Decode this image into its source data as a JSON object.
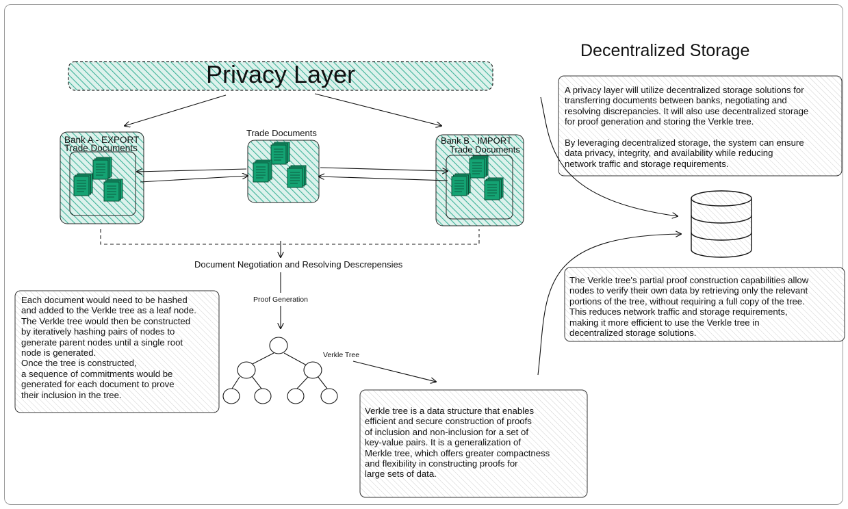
{
  "privacy_layer": {
    "title": "Privacy Layer"
  },
  "bank_a": {
    "title": "Bank A - EXPORT",
    "subtitle": "Trade Documents"
  },
  "trade_documents": {
    "title": "Trade Documents"
  },
  "bank_b": {
    "title": "Bank B - IMPORT",
    "subtitle": "Trade Documents"
  },
  "negotiation": {
    "label": "Document Negotiation and Resolving Descrepensies"
  },
  "proof_generation": {
    "label": "Proof Generation"
  },
  "verkle_tree": {
    "label": "Verkle Tree"
  },
  "hashing_note": {
    "text": "Each document would need to be hashed\nand added to the Verkle tree as a leaf node.\nThe Verkle tree would then be constructed\nby iteratively hashing pairs of nodes to\ngenerate parent nodes until a single root\nnode is generated.\nOnce the tree is constructed,\na sequence of commitments would be\ngenerated for each document to prove\ntheir inclusion in the tree."
  },
  "verkle_definition": {
    "text": "Verkle tree is a data structure that enables\nefficient and secure construction of proofs\nof inclusion and non-inclusion for a set of\nkey-value pairs. It is a generalization of\nMerkle tree, which offers greater compactness\nand flexibility in constructing proofs for\nlarge sets of data."
  },
  "decentralized_storage": {
    "title": "Decentralized Storage",
    "paragraph1": "A privacy layer will utilize decentralized storage solutions for\ntransferring documents between banks, negotiating and\nresolving discrepancies. It will also use decentralized storage\n for proof generation and storing the Verkle tree.",
    "paragraph2": "By leveraging decentralized storage, the system can ensure\ndata privacy, integrity, and availability while reducing\nnetwork traffic and storage requirements."
  },
  "partial_proof_note": {
    "text": "The Verkle tree's partial proof construction capabilities allow\nnodes to verify their own data by retrieving only the relevant\nportions of the tree, without requiring a full copy of the tree.\nThis reduces network traffic and storage requirements,\nmaking it more efficient to use the Verkle tree in\ndecentralized storage solutions."
  },
  "colors": {
    "hatch": "#3fb39a",
    "hatch_background": "#ddf2ec",
    "document_fill": "#14a373",
    "document_stroke": "#0a4d36",
    "ink": "#111111"
  }
}
